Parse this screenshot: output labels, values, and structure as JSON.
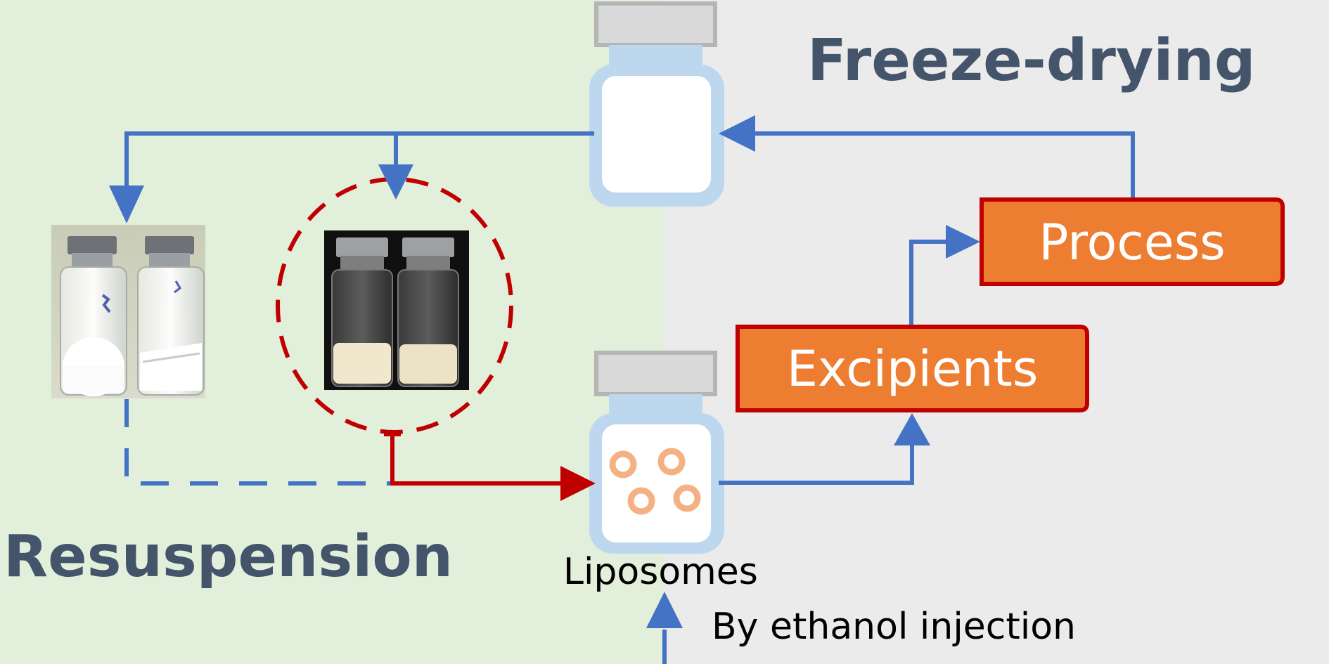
{
  "diagram": {
    "section_right_title": "Freeze-drying",
    "section_left_title": "Resuspension",
    "process_box": "Process",
    "excipients_box": "Excipients",
    "liposomes_label": "Liposomes",
    "ethanol_label": "By ethanol injection"
  },
  "colors": {
    "left_panel_bg": "#e2efda",
    "right_panel_bg": "#ebebeb",
    "title_text": "#44546a",
    "flow_arrow": "#4472c4",
    "highlight_red": "#c00000",
    "box_fill": "#ed7d31",
    "vial_body": "#bdd7ee",
    "vial_cap": "#d9d9d9",
    "liposome_ring": "#f4b183"
  },
  "icons": {
    "top_vial": "vial-empty-icon",
    "bottom_vial": "vial-liposomes-icon",
    "photo_1": "vials-photo-light-background",
    "photo_2": "vials-photo-dark-background"
  }
}
